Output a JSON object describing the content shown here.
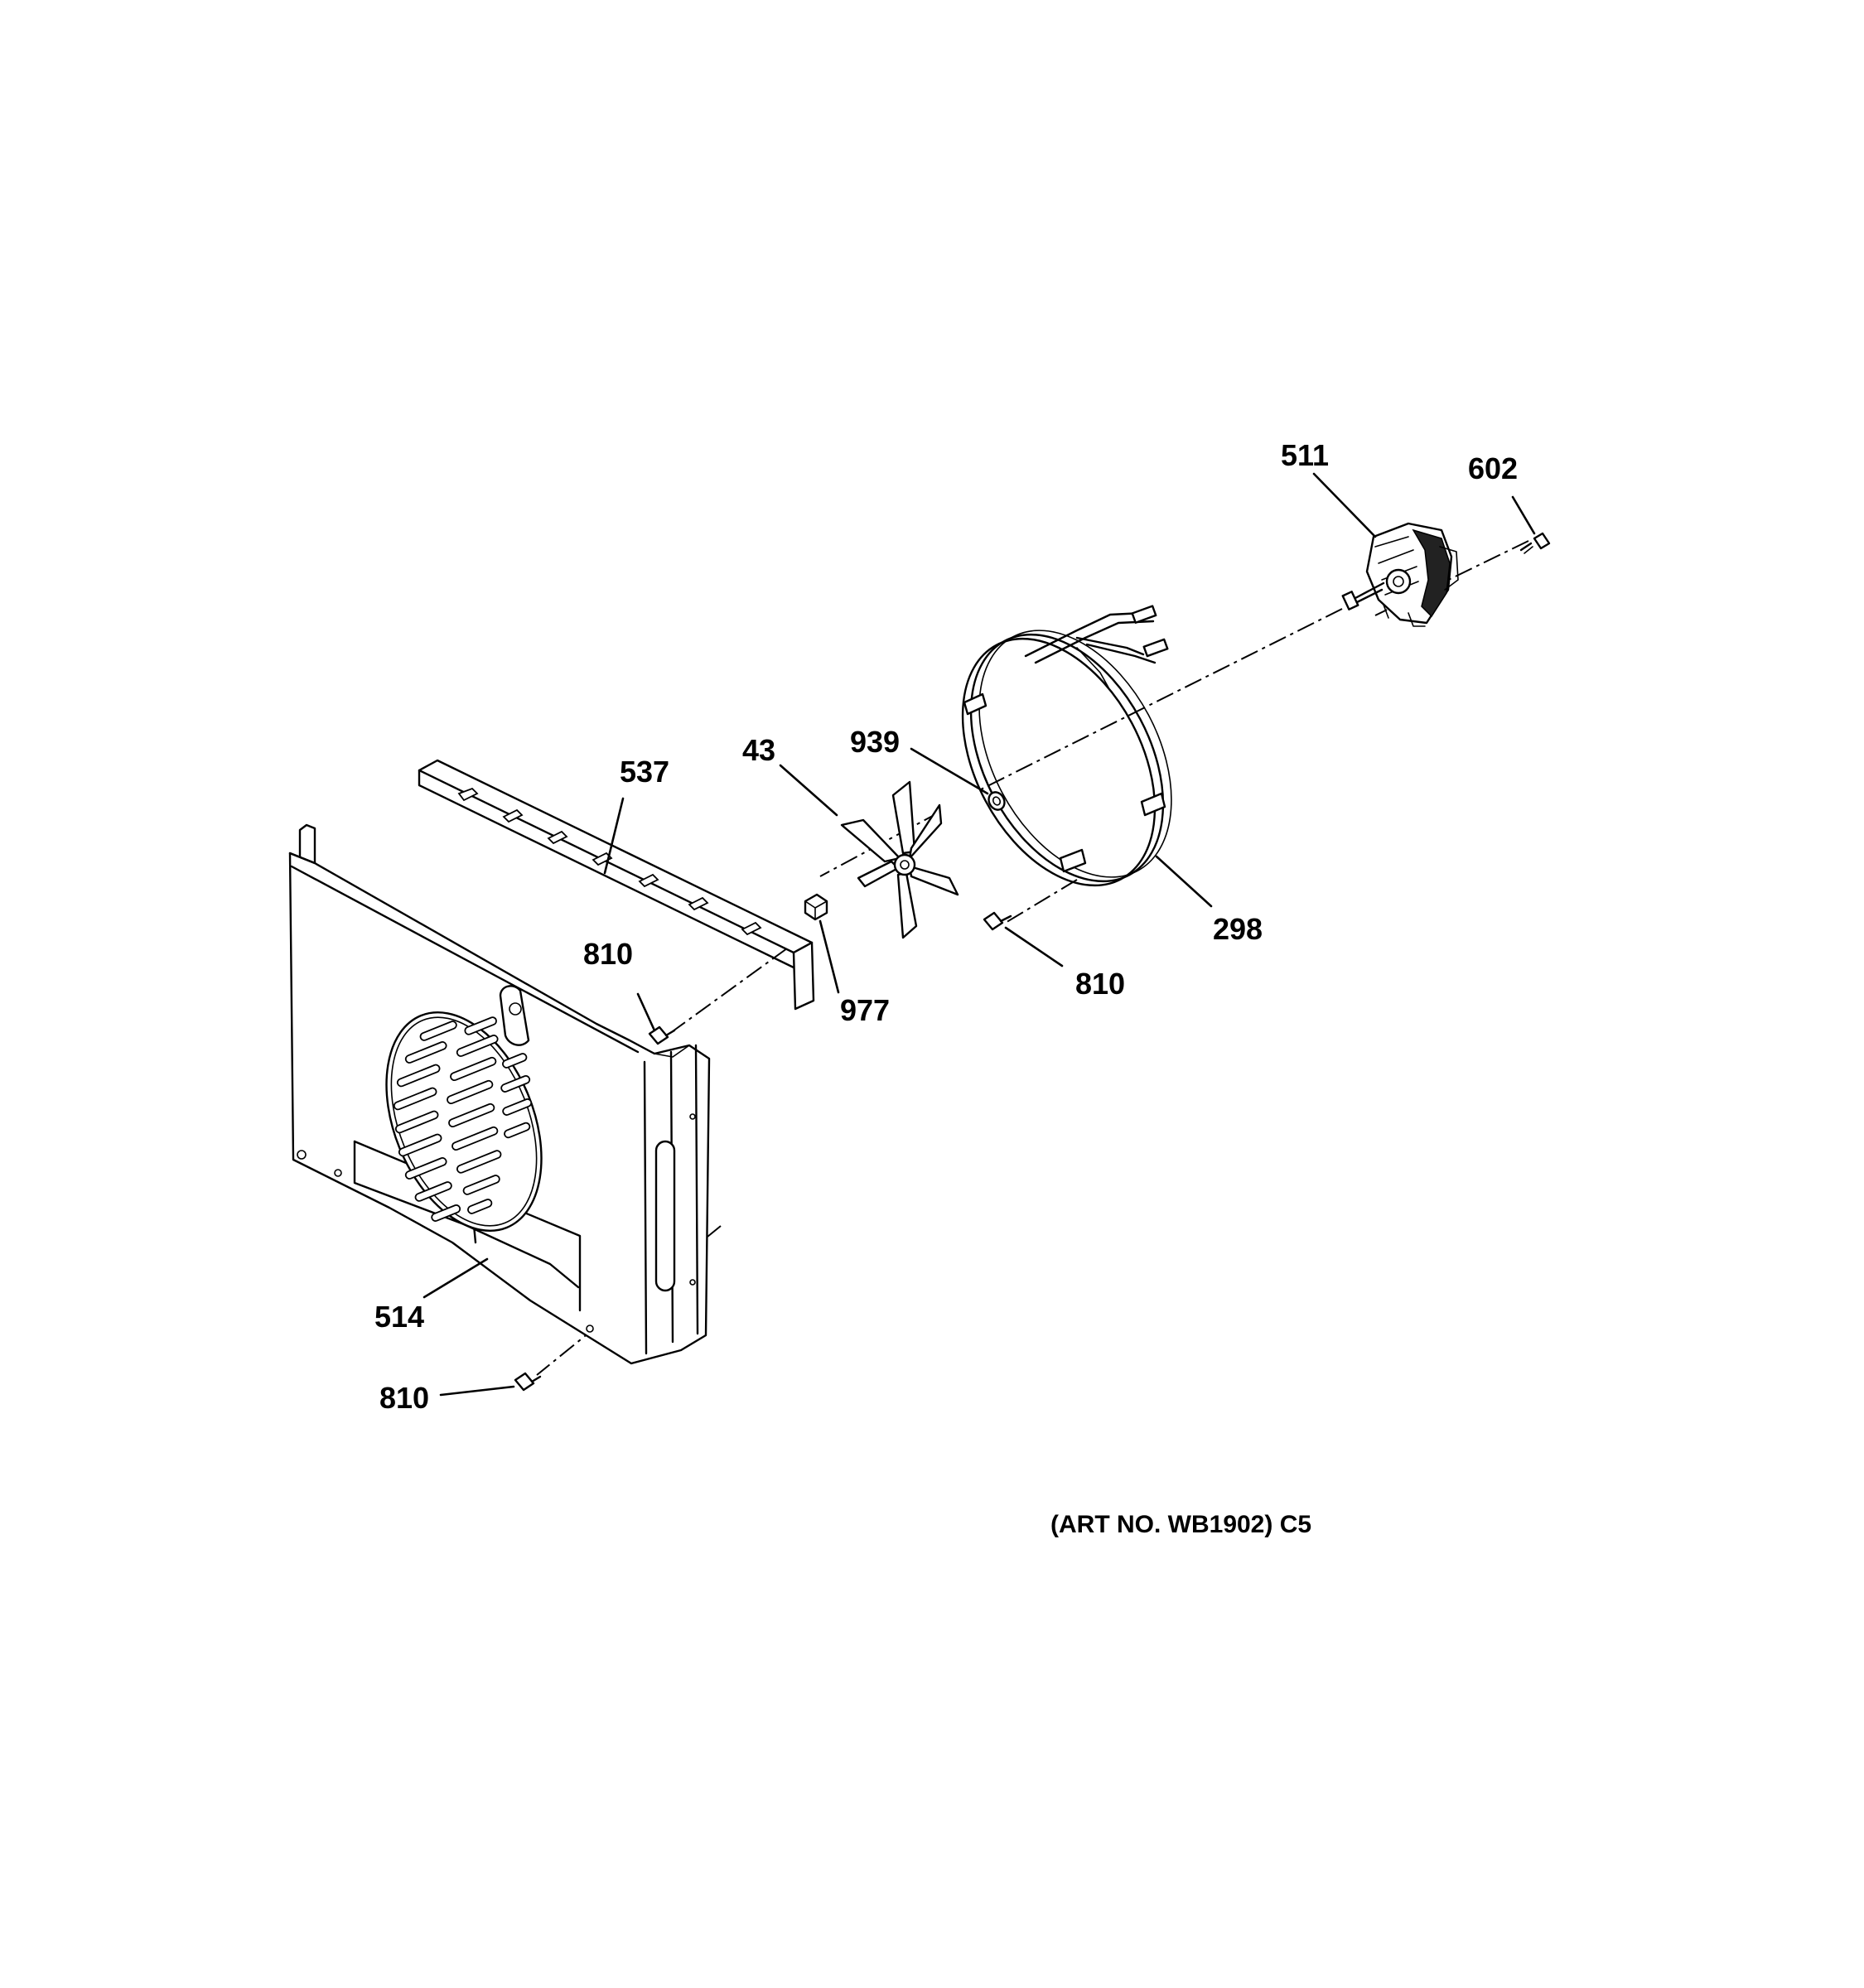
{
  "callouts": {
    "c511": "511",
    "c602": "602",
    "c537": "537",
    "c43": "43",
    "c939": "939",
    "c298": "298",
    "c810_a": "810",
    "c810_b": "810",
    "c810_c": "810",
    "c977": "977",
    "c514": "514"
  },
  "art_number": "(ART NO. WB1902) C5"
}
